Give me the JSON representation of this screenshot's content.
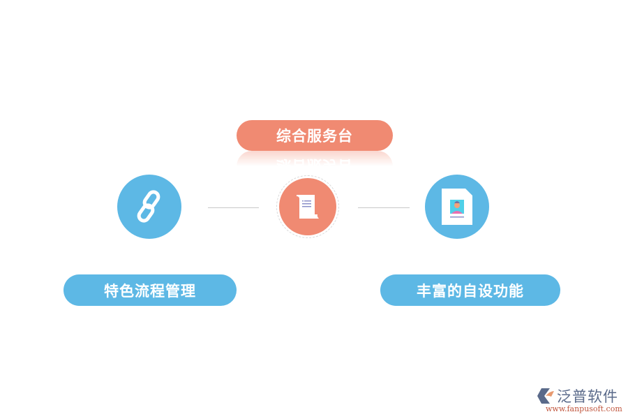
{
  "diagram": {
    "center": {
      "label": "综合服务台",
      "icon": "scroll-document-icon",
      "color": "#f08a72"
    },
    "left": {
      "label": "特色流程管理",
      "icon": "chain-link-icon",
      "color": "#5db8e5"
    },
    "right": {
      "label": "丰富的自设功能",
      "icon": "profile-card-icon",
      "color": "#5db8e5"
    },
    "connector_color": "#c8c8c8"
  },
  "logo": {
    "brand": "泛普软件",
    "url": "www.fanpusoft.com",
    "brand_color": "#5a6a8a",
    "url_color": "#c0563e"
  }
}
